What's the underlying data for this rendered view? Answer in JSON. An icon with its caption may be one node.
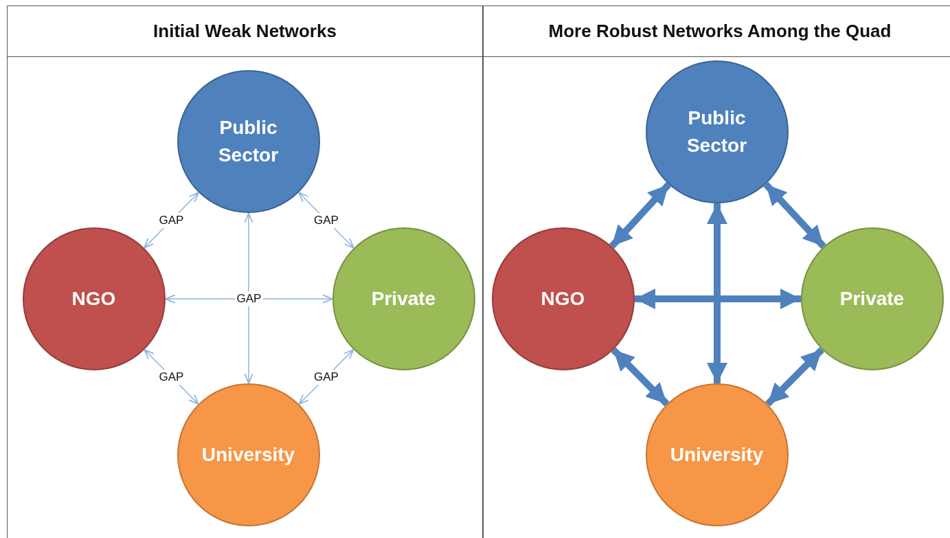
{
  "diagram": {
    "nodes": [
      {
        "text": [
          "Initial Weak Networks"
        ]
      },
      {
        "text": [
          "Public Sector"
        ],
        "in": 0
      },
      {
        "text": [
          "NGO"
        ],
        "in": 0
      },
      {
        "text": [
          "Private"
        ],
        "in": 0
      },
      {
        "text": [
          "University"
        ],
        "in": 0
      },
      {
        "text": [
          "More Robust Networks Among the Quad"
        ]
      },
      {
        "text": [
          "Public Sector"
        ],
        "in": 5
      },
      {
        "text": [
          "NGO"
        ],
        "in": 5
      },
      {
        "text": [
          "Private"
        ],
        "in": 5
      },
      {
        "text": [
          "University"
        ],
        "in": 5
      }
    ],
    "edges": [
      {
        "from": 1,
        "to": 2,
        "arrow": "both",
        "label": "GAP",
        "color": "#8db3e2"
      },
      {
        "from": 1,
        "to": 3,
        "arrow": "both",
        "label": "GAP",
        "color": "#8db3e2"
      },
      {
        "from": 1,
        "to": 4,
        "arrow": "both",
        "color": "#8db3e2"
      },
      {
        "from": 2,
        "to": 3,
        "arrow": "both",
        "label": "GAP",
        "color": "#8db3e2"
      },
      {
        "from": 2,
        "to": 4,
        "arrow": "both",
        "label": "GAP",
        "color": "#8db3e2"
      },
      {
        "from": 3,
        "to": 4,
        "arrow": "both",
        "label": "GAP",
        "color": "#8db3e2"
      },
      {
        "from": 6,
        "to": 7,
        "arrow": "both",
        "style": "thick",
        "color": "#4f81bd"
      },
      {
        "from": 6,
        "to": 8,
        "arrow": "both",
        "style": "thick",
        "color": "#4f81bd"
      },
      {
        "from": 6,
        "to": 9,
        "arrow": "both",
        "style": "thick",
        "color": "#4f81bd"
      },
      {
        "from": 7,
        "to": 8,
        "arrow": "both",
        "style": "thick",
        "color": "#4f81bd"
      },
      {
        "from": 7,
        "to": 9,
        "arrow": "both",
        "style": "thick",
        "color": "#4f81bd"
      },
      {
        "from": 8,
        "to": 9,
        "arrow": "both",
        "style": "thick",
        "color": "#4f81bd"
      }
    ]
  }
}
